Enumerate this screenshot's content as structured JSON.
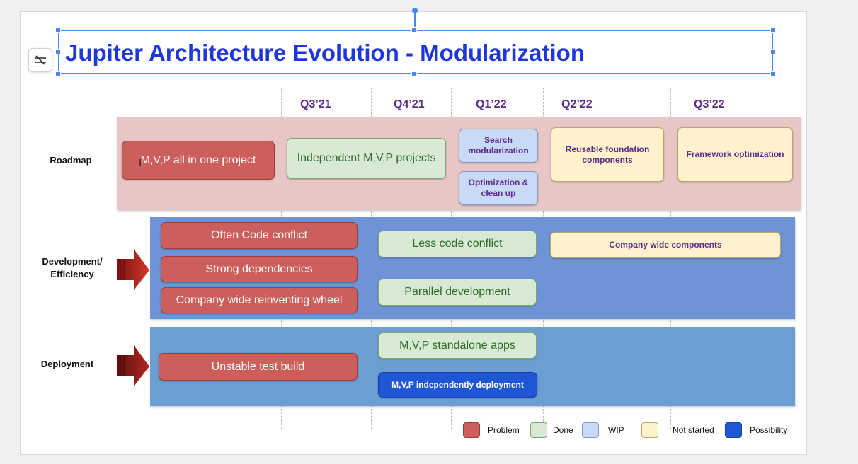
{
  "title": "Jupiter Architecture Evolution - Modularization",
  "quarters": [
    "Q3’21",
    "Q4’21",
    "Q1’22",
    "Q2’22",
    "Q3’22"
  ],
  "rows": {
    "roadmap": "Roadmap",
    "development": "Development/\nEfficiency",
    "deployment": "Deployment"
  },
  "roadmap": {
    "mvp_all_in_one": "M,V,P all in one project",
    "independent_projects": "Independent M,V,P projects",
    "search_modularization": "Search modularization",
    "optimization_cleanup": "Optimization & clean up",
    "reusable_foundation": "Reusable foundation components",
    "framework_optimization": "Framework optimization"
  },
  "development": {
    "often_code_conflict": "Often Code conflict",
    "strong_dependencies": "Strong dependencies",
    "reinventing_wheel": "Company wide reinventing wheel",
    "less_code_conflict": "Less code conflict",
    "parallel_development": "Parallel development",
    "company_wide_components": "Company wide components"
  },
  "deployment": {
    "unstable_test_build": "Unstable test build",
    "standalone_apps": "M,V,P standalone apps",
    "independent_deployment": "M,V,P independently deployment"
  },
  "legend": [
    {
      "label": "Problem",
      "color": "#cc5f5c"
    },
    {
      "label": "Done",
      "color": "#d8ead3"
    },
    {
      "label": "WIP",
      "color": "#c9daf8"
    },
    {
      "label": "Not started",
      "color": "#fff2cc"
    },
    {
      "label": "Possibility",
      "color": "#1f56d6"
    }
  ],
  "colors": {
    "title": "#1f37d8",
    "quarter": "#5b2b8c",
    "selection": "#4a86e8",
    "arrow": "#b22222"
  },
  "icons": {
    "toolbar": "strikethrough-lines-icon",
    "arrows": "right-arrow-icon",
    "cursor": "text-cursor-icon"
  }
}
